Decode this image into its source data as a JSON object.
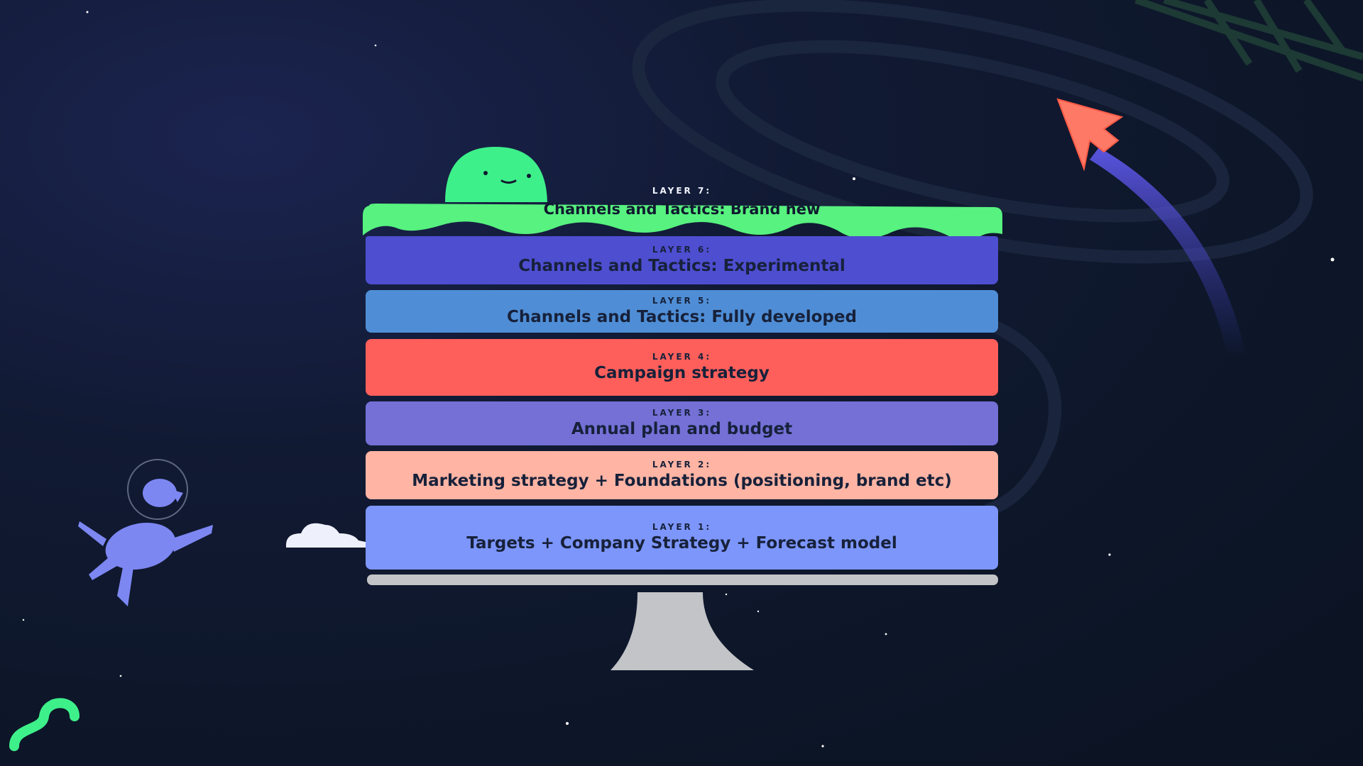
{
  "layers": [
    {
      "label": "LAYER 7:",
      "title": "Channels and Tactics: Brand new",
      "color": "#57f27f"
    },
    {
      "label": "LAYER 6:",
      "title": "Channels and Tactics: Experimental",
      "color": "#4e4ed1"
    },
    {
      "label": "LAYER 5:",
      "title": "Channels and Tactics: Fully developed",
      "color": "#4f8ed6"
    },
    {
      "label": "LAYER 4:",
      "title": "Campaign strategy",
      "color": "#ff5f5b"
    },
    {
      "label": "LAYER 3:",
      "title": "Annual plan and budget",
      "color": "#7470d6"
    },
    {
      "label": "LAYER 2:",
      "title": "Marketing strategy + Foundations (positioning, brand etc)",
      "color": "#ffb4a4"
    },
    {
      "label": "LAYER 1:",
      "title": "Targets + Company Strategy + Forecast model",
      "color": "#7d96fb"
    }
  ],
  "colors": {
    "background": "#0d1628",
    "stand": "#c2c4c7",
    "arrow": "#ff7a66",
    "logo": "#3ef08a",
    "dog": "#7d87f2"
  },
  "icons": [
    "green-blob-mascot-icon",
    "space-dog-icon",
    "cloud-icon",
    "arrow-cursor-icon",
    "brand-logo-icon"
  ]
}
